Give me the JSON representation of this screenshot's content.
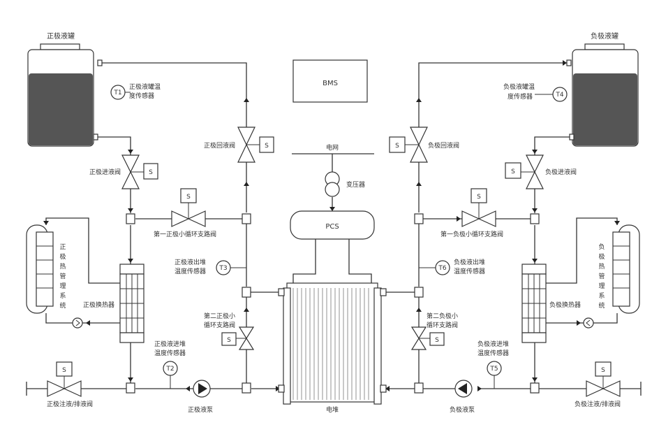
{
  "diagram": {
    "labels": {
      "pos_tank": "正极液罐",
      "neg_tank": "负极液罐",
      "pos_tank_temp_sensor_l1": "正极液罐温",
      "pos_tank_temp_sensor_l2": "度传感器",
      "neg_tank_temp_sensor_l1": "负极液罐温",
      "neg_tank_temp_sensor_l2": "度传感器",
      "pos_inlet_valve": "正极进液阀",
      "neg_inlet_valve": "负极进液阀",
      "pos_return_valve": "正极回液阀",
      "neg_return_valve": "负极回液阀",
      "bms": "BMS",
      "grid": "电网",
      "transformer": "变压器",
      "pcs": "PCS",
      "pos_small_loop_1": "第一正极小循环支路阀",
      "neg_small_loop_1": "第一负极小循环支路阀",
      "pos_small_loop_2_l1": "第二正极小",
      "pos_small_loop_2_l2": "循环支路阀",
      "neg_small_loop_2_l1": "第二负极小",
      "neg_small_loop_2_l2": "循环支路阀",
      "pos_outlet_sensor_l1": "正极液出堆",
      "pos_outlet_sensor_l2": "温度传感器",
      "neg_outlet_sensor_l1": "负极液出堆",
      "neg_outlet_sensor_l2": "温度传感器",
      "pos_heat_exchanger": "正极换热器",
      "neg_heat_exchanger": "负极换热器",
      "pos_thermal_system": [
        "正",
        "极",
        "热",
        "管",
        "理",
        "系",
        "统"
      ],
      "neg_thermal_system": [
        "负",
        "极",
        "热",
        "管",
        "理",
        "系",
        "统"
      ],
      "pos_inlet_sensor_l1": "正极液进堆",
      "pos_inlet_sensor_l2": "温度传感器",
      "neg_inlet_sensor_l1": "负极液进堆",
      "neg_inlet_sensor_l2": "温度传感器",
      "pos_pump": "正极液泵",
      "neg_pump": "负极液泵",
      "stack": "电堆",
      "pos_fill_drain_valve": "正极注液/排液阀",
      "neg_fill_drain_valve": "负极注液/排液阀",
      "solenoid": "S",
      "t1": "T1",
      "t2": "T2",
      "t3": "T3",
      "t4": "T4",
      "t5": "T5",
      "t6": "T6"
    }
  }
}
